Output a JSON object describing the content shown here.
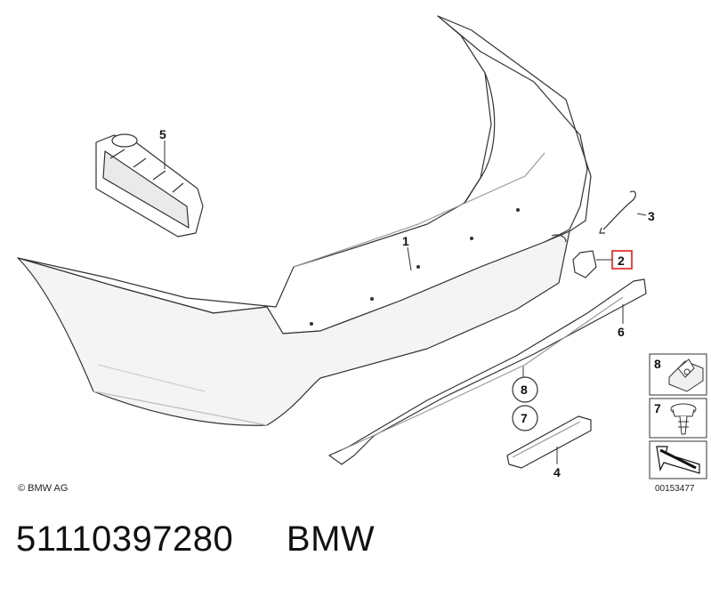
{
  "callouts": {
    "c1": "1",
    "c2": "2",
    "c3": "3",
    "c4": "4",
    "c5": "5",
    "c6": "6",
    "c7": "7",
    "c8": "8"
  },
  "circled": {
    "c8": "8",
    "c7": "7"
  },
  "legend": {
    "item8": "8",
    "item7": "7"
  },
  "copyright": "© BMW AG",
  "reference_number": "00153477",
  "footer": {
    "part_number": "51110397280",
    "brand": "BMW"
  },
  "colors": {
    "highlight": "#e0201c",
    "line": "#333333",
    "fill": "#ffffff",
    "shadow": "#e8e8e8"
  }
}
